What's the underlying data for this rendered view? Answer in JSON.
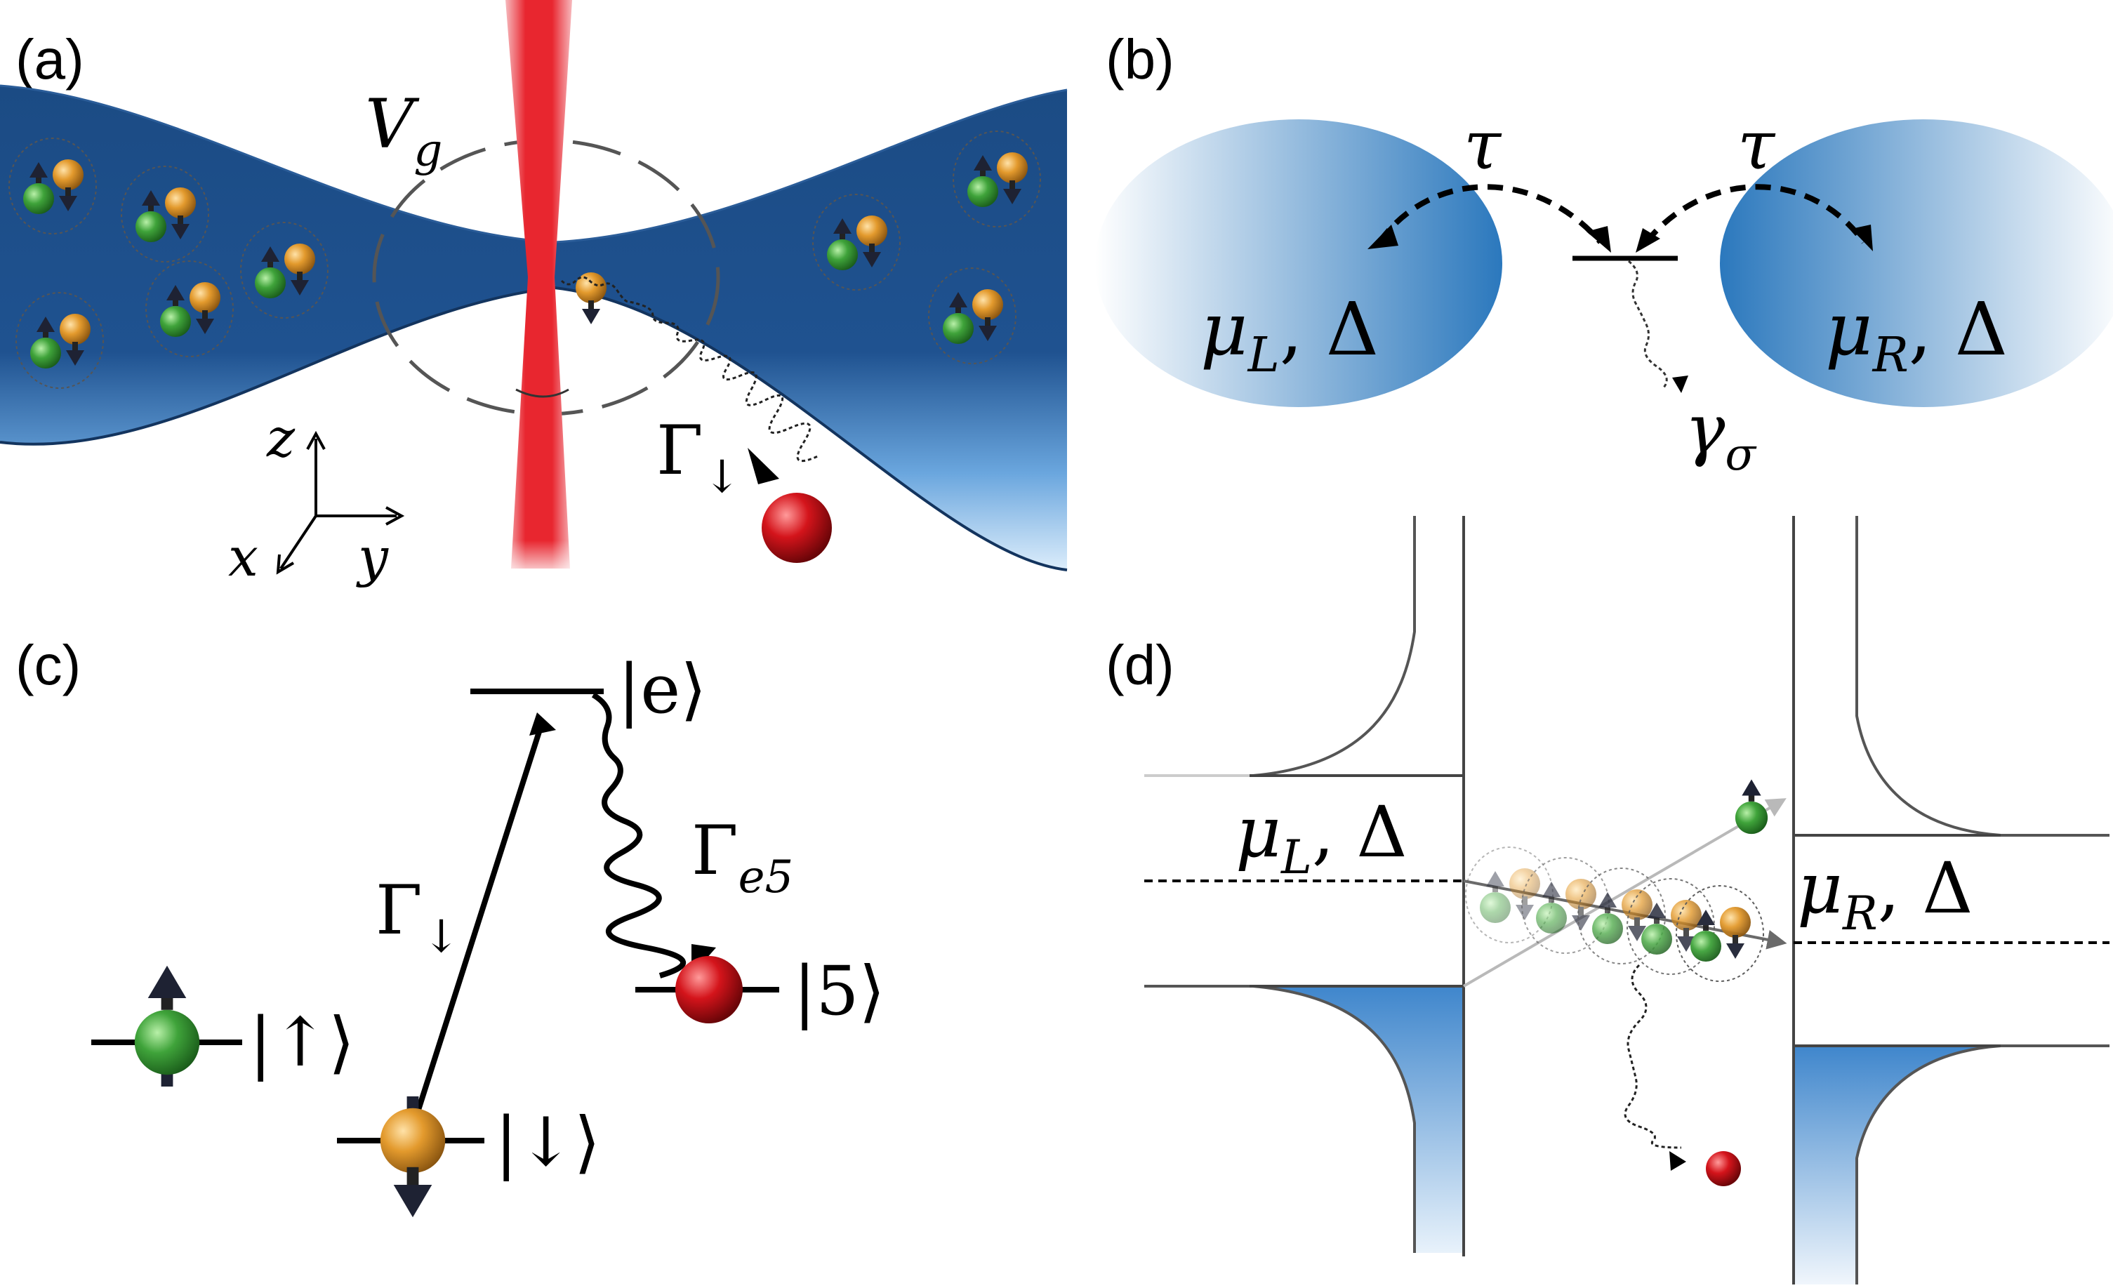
{
  "panels": {
    "a": {
      "label": "(a)",
      "gate_voltage": "V",
      "gate_voltage_sub": "g",
      "loss_rate": "Γ",
      "loss_rate_sub": "↓",
      "axis_z": "z",
      "axis_x": "x",
      "axis_y": "y"
    },
    "b": {
      "label": "(b)",
      "tunneling_left": "τ",
      "tunneling_right": "τ",
      "left_reservoir": "μ",
      "left_reservoir_sub": "L",
      "left_reservoir_tail": ", Δ",
      "right_reservoir": "μ",
      "right_reservoir_sub": "R",
      "right_reservoir_tail": ", Δ",
      "dissipation": "γ",
      "dissipation_sub": "σ"
    },
    "c": {
      "label": "(c)",
      "excited_state": "|e⟩",
      "state_five": "|5⟩",
      "state_up": "|↑⟩",
      "state_down": "|↓⟩",
      "pump_rate": "Γ",
      "pump_rate_sub": "↓",
      "decay_rate": "Γ",
      "decay_rate_sub": "e5"
    },
    "d": {
      "label": "(d)",
      "left_potential": "μ",
      "left_potential_sub": "L",
      "left_potential_tail": ", Δ",
      "right_potential": "μ",
      "right_potential_sub": "R",
      "right_potential_tail": ", Δ"
    }
  },
  "colors": {
    "channel_blue": "#1f4f86",
    "reservoir_blue": "#2f7cc0",
    "laser_red": "#e8262f",
    "spin_up_green": "#3fa33a",
    "spin_down_orange": "#e39a2d",
    "lost_atom_red": "#d4141b",
    "dos_fill": "#4a8fd0"
  }
}
